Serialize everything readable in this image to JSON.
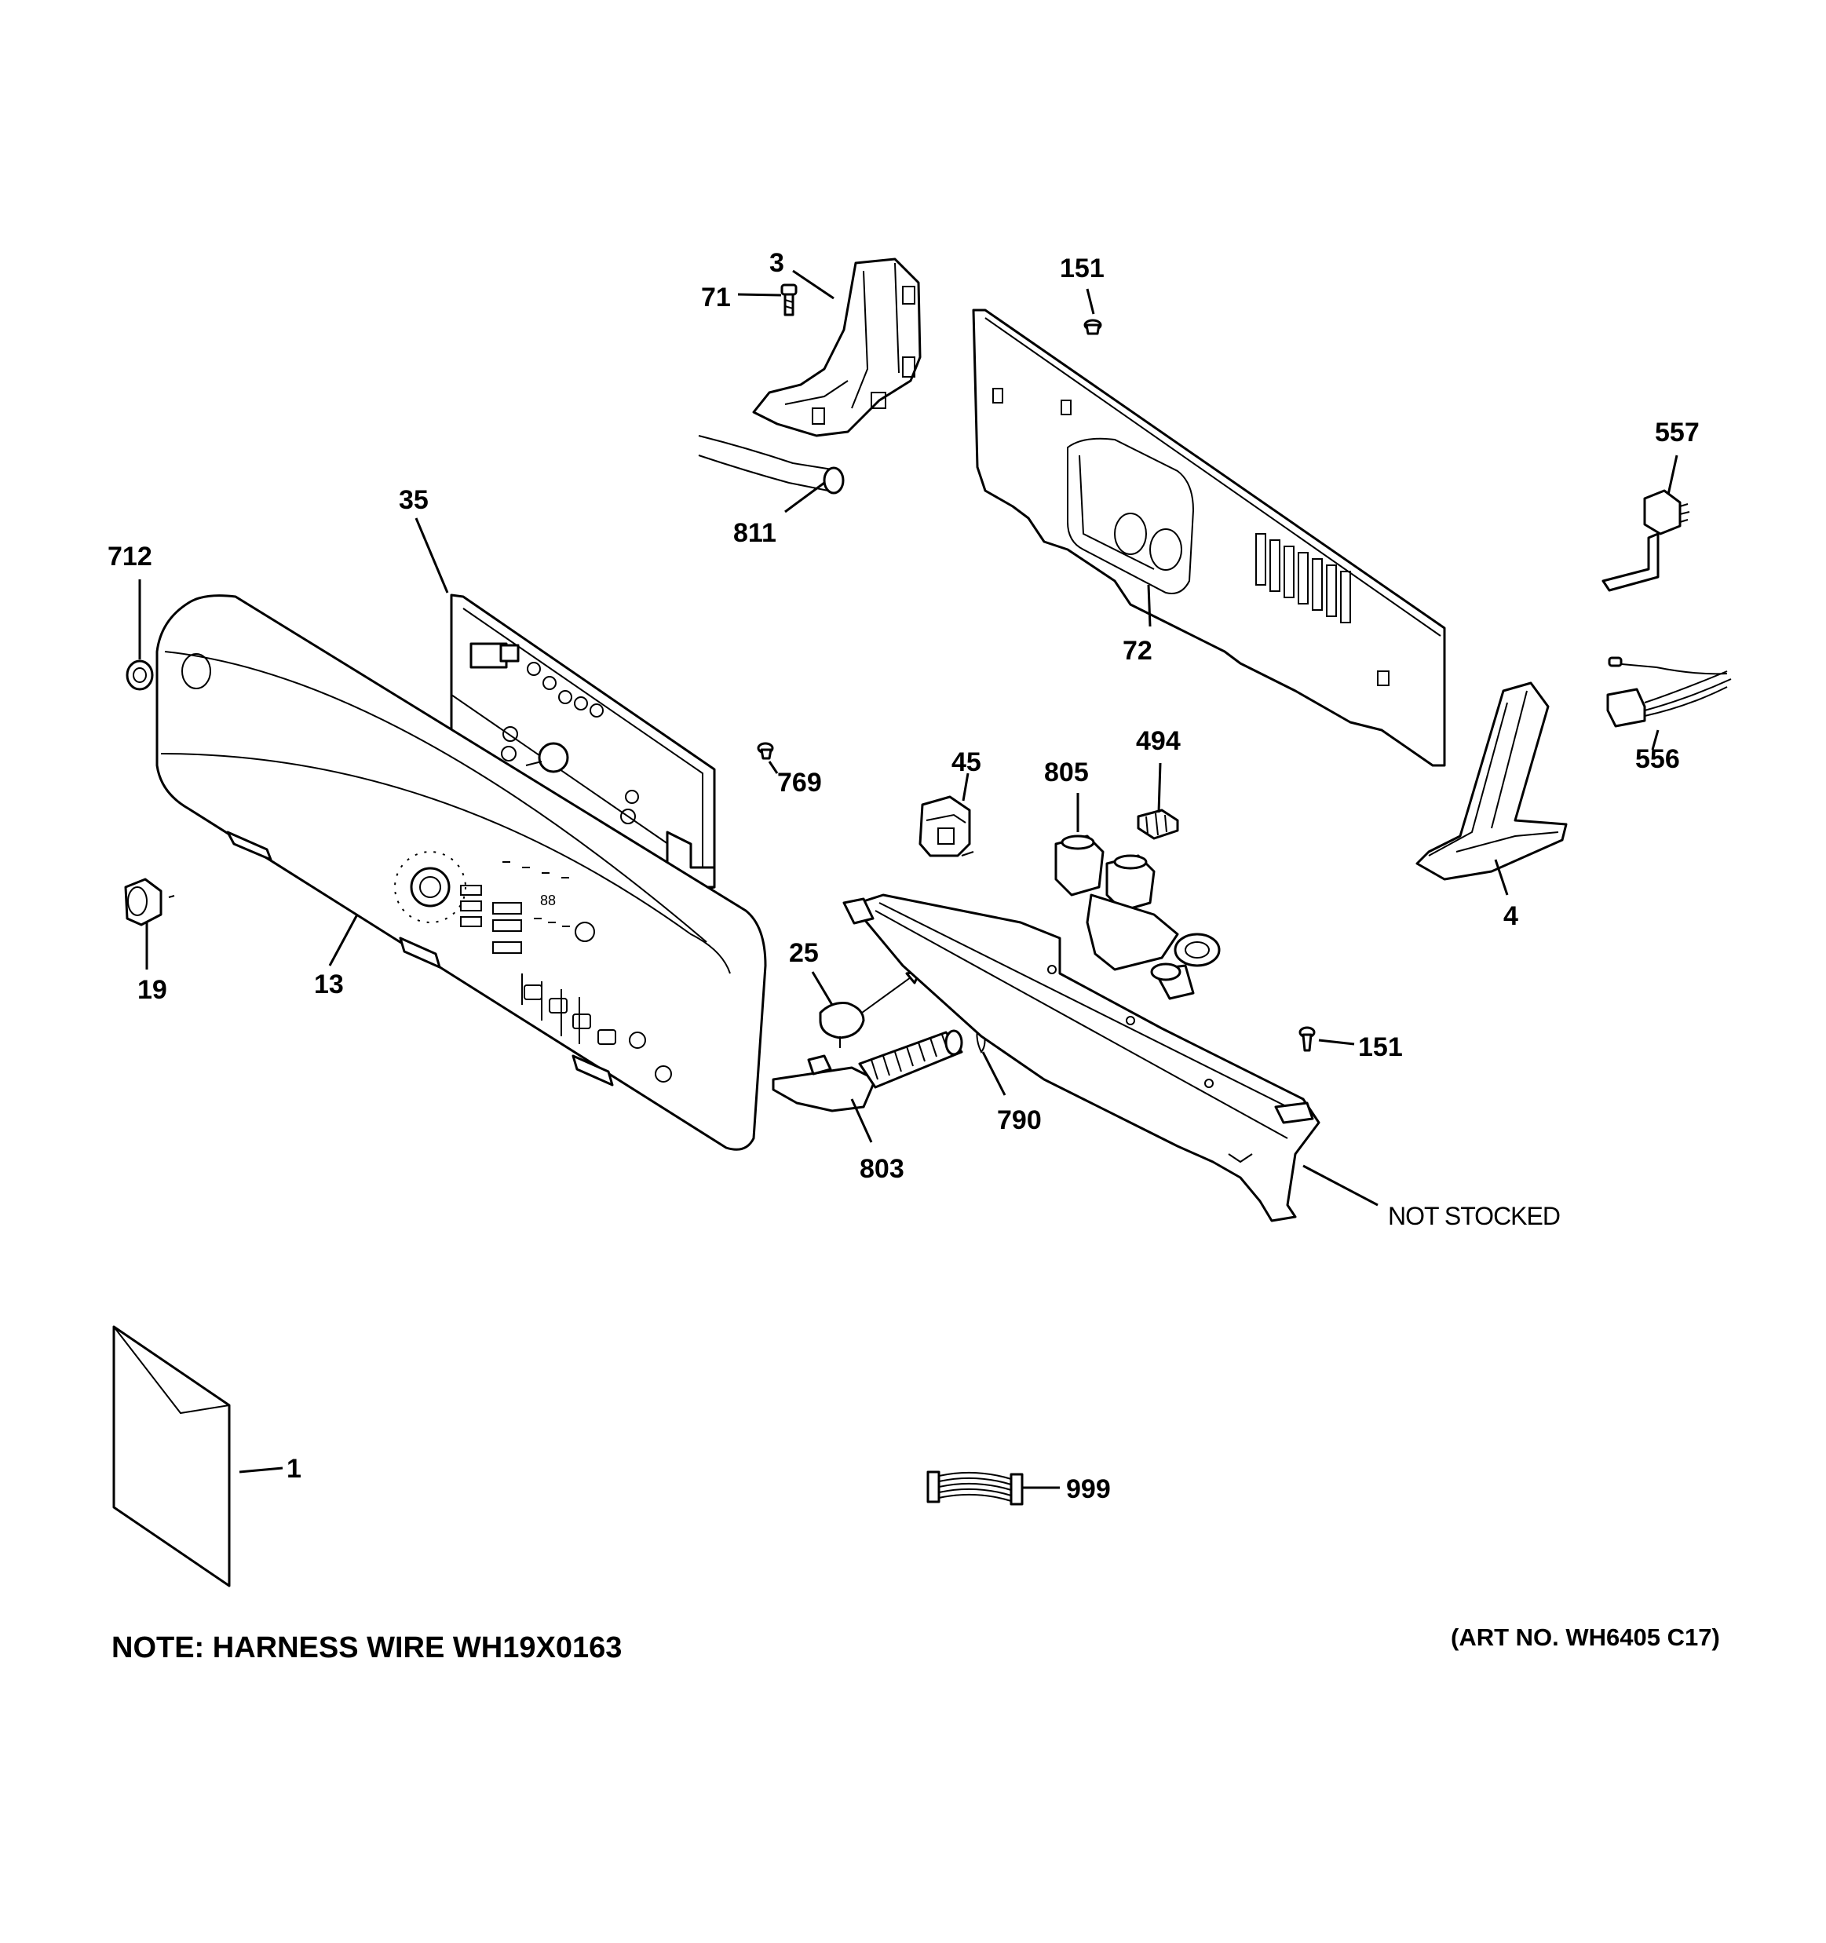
{
  "callouts": {
    "p1": "1",
    "p3": "3",
    "p4": "4",
    "p13": "13",
    "p19": "19",
    "p25": "25",
    "p35": "35",
    "p45": "45",
    "p71": "71",
    "p72": "72",
    "p151a": "151",
    "p151b": "151",
    "p494": "494",
    "p556": "556",
    "p557": "557",
    "p712": "712",
    "p769": "769",
    "p790": "790",
    "p803": "803",
    "p805": "805",
    "p811": "811",
    "p999": "999",
    "not_stocked": "NOT STOCKED"
  },
  "notes": {
    "harness": "NOTE: HARNESS WIRE WH19X0163",
    "art_no": "(ART NO. WH6405 C17)"
  },
  "panel_display": {
    "digits": "88"
  }
}
